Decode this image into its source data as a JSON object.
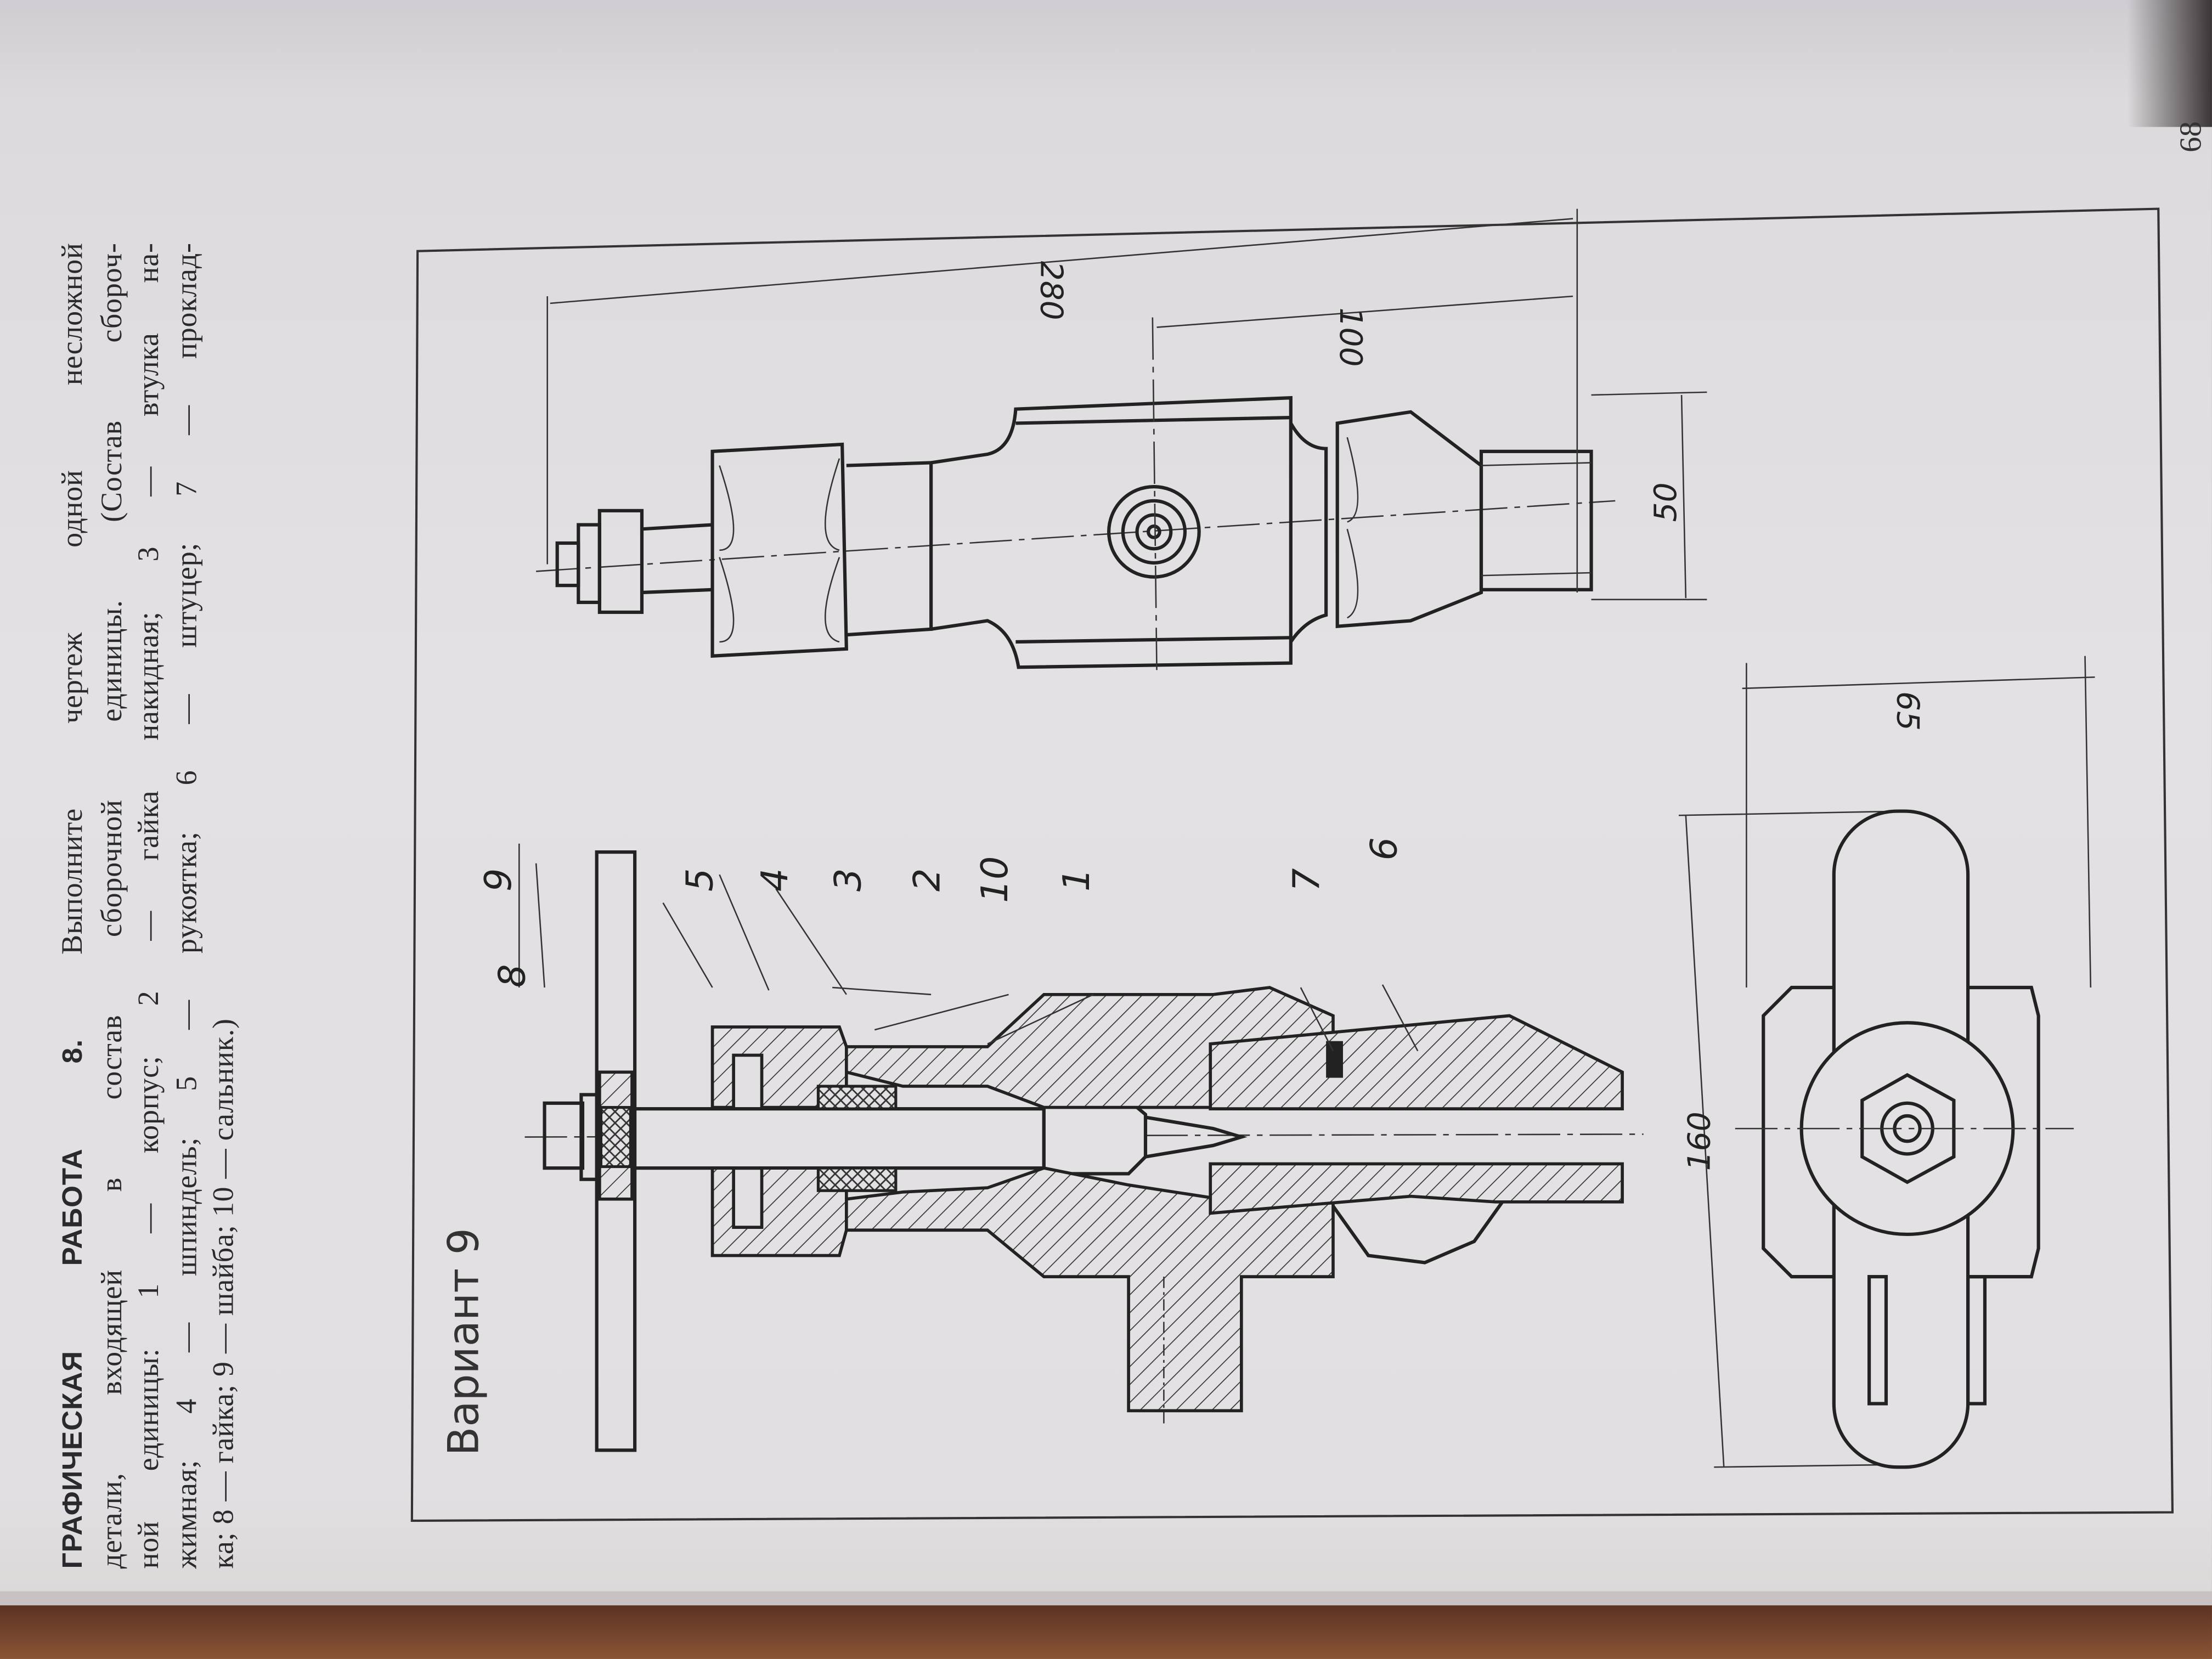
{
  "task": {
    "heading": "ГРАФИЧЕСКАЯ РАБОТА 8.",
    "lines": [
      " Выполните чертеж одной несложной",
      "детали, входящей в состав сборочной единицы. (Состав сбороч-",
      "ной единицы: 1 — корпус; 2 — гайка накидная; 3 — втулка на-",
      "жимная; 4 — шпиндель; 5 — рукоятка; 6 — штуцер; 7 — проклад-",
      "ка; 8 — гайка; 9 — шайба; 10 — сальник.)"
    ]
  },
  "drawing": {
    "variant": "Вариант 9",
    "part_labels": [
      "8",
      "9",
      "5",
      "4",
      "3",
      "2",
      "10",
      "1",
      "7",
      "6"
    ],
    "dimensions": {
      "overall_length": "280",
      "axis_offset": "100",
      "width": "50",
      "top_height": "160",
      "top_width": "65"
    }
  },
  "page_number": "68",
  "colors": {
    "paper": "#e3e1e3",
    "ink": "#222222",
    "wood": "#7a4a2e"
  }
}
